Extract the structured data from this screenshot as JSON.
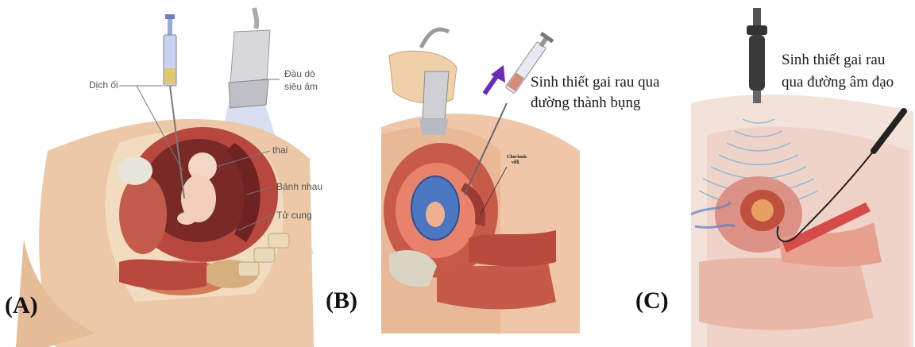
{
  "panels": [
    {
      "letter": "(A)",
      "labels": {
        "amniotic_fluid": "Dịch ối",
        "probe": "Đầu dò",
        "probe2": "siêu âm",
        "fetus": "thai",
        "placenta": "Bánh nhau",
        "uterus": "Tử cung"
      }
    },
    {
      "letter": "(B)",
      "caption": [
        "Sinh thiết gai rau qua",
        "đường thành bụng"
      ],
      "villi_label": [
        "Chorionic",
        "villi"
      ]
    },
    {
      "letter": "(C)",
      "caption": [
        "Sinh thiết gai rau",
        "qua đường âm đạo"
      ]
    }
  ],
  "colors": {
    "skin": "#e9c4a0",
    "uterus": "#c7584a",
    "amniotic": "#5b7fc4",
    "placenta": "#9b3b34",
    "ultrasound_beam": "#b8c4e8",
    "arrow": "#6a2bb8"
  }
}
